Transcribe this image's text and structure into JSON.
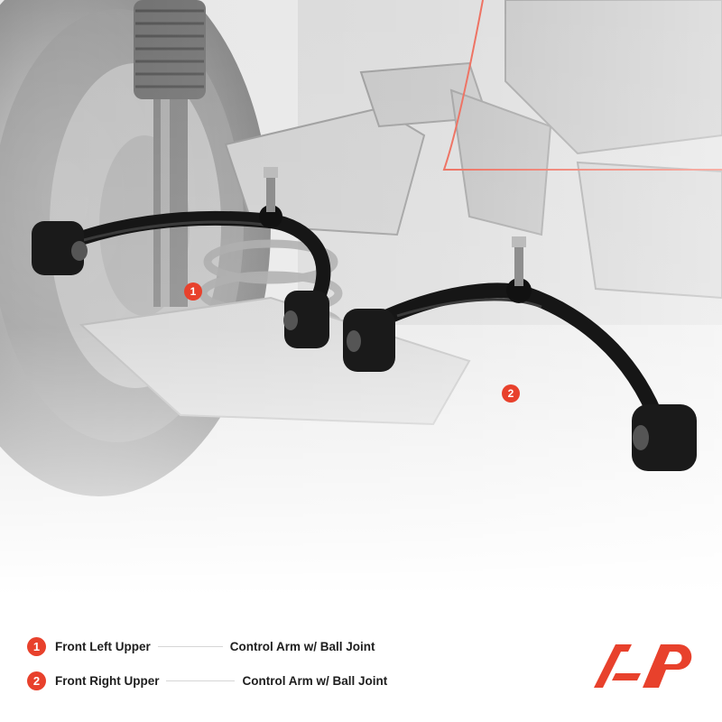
{
  "callouts": [
    {
      "number": "1"
    },
    {
      "number": "2"
    }
  ],
  "legend": {
    "items": [
      {
        "number": "1",
        "part_position": "Front Left Upper",
        "part_type": "Control Arm w/ Ball Joint"
      },
      {
        "number": "2",
        "part_position": "Front Right Upper",
        "part_type": "Control Arm w/ Ball Joint"
      }
    ]
  },
  "colors": {
    "accent": "#e8412c",
    "part": "#1c1c1c",
    "background_scene": "#dcdcdc"
  },
  "logo": {
    "icon": "brand-logo-icon"
  }
}
